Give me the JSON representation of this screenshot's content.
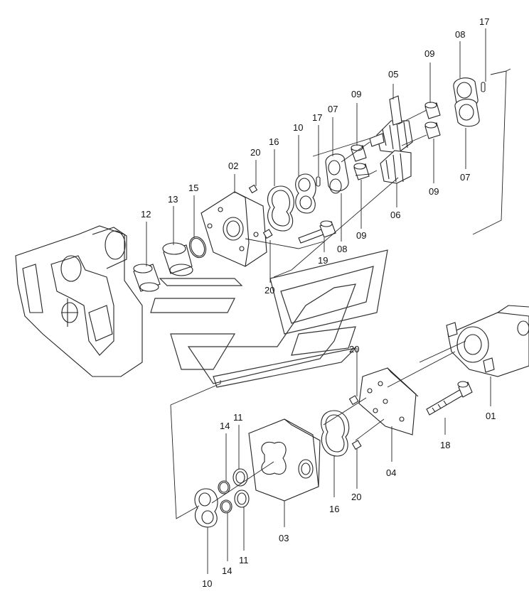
{
  "labels": {
    "l17a": "17",
    "l08a": "08",
    "l09a": "09",
    "l05": "05",
    "l09b": "09",
    "l07a": "07",
    "l17b": "17",
    "l10a": "10",
    "l16a": "16",
    "l20a": "20",
    "l02": "02",
    "l15": "15",
    "l13": "13",
    "l12": "12",
    "l08b": "08",
    "l19": "19",
    "l09c": "09",
    "l06": "06",
    "l09d": "09",
    "l07b": "07",
    "l20b": "20",
    "l20c": "20",
    "l01": "01",
    "l18": "18",
    "l11a": "11",
    "l14a": "14",
    "l16b": "16",
    "l04": "04",
    "l20d": "20",
    "l03": "03",
    "l10b": "10",
    "l14b": "14",
    "l11b": "11"
  }
}
